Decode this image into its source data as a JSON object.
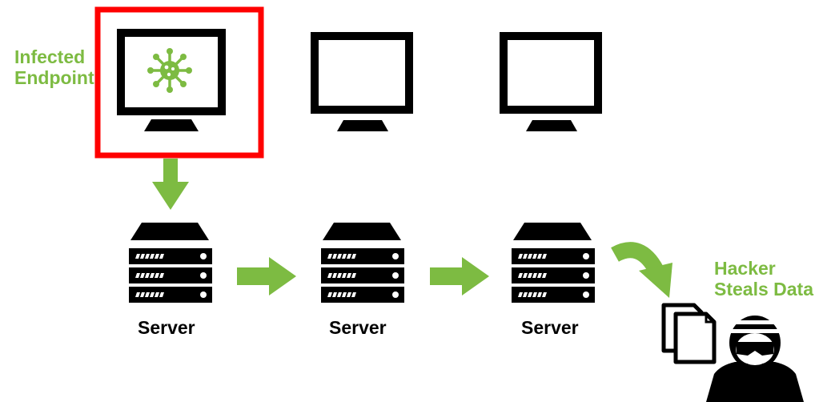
{
  "labels": {
    "infected": [
      "Infected",
      "Endpoint"
    ],
    "hacker": [
      "Hacker",
      "Steals Data"
    ],
    "servers": [
      "Server",
      "Server",
      "Server"
    ]
  },
  "icons": {
    "endpoints": [
      "virus-monitor-icon",
      "monitor-icon",
      "monitor-icon"
    ],
    "servers": [
      "server-icon",
      "server-icon",
      "server-icon"
    ],
    "arrows": [
      "arrow-down-icon",
      "arrow-right-icon",
      "arrow-right-icon",
      "curved-arrow-icon"
    ],
    "documents": "documents-icon",
    "hacker": "hacker-icon"
  },
  "highlight": "infected-endpoint",
  "colors": {
    "accent": "#7dbb42",
    "highlight": "#ff0000",
    "ink": "#000000",
    "background": "#ffffff"
  }
}
